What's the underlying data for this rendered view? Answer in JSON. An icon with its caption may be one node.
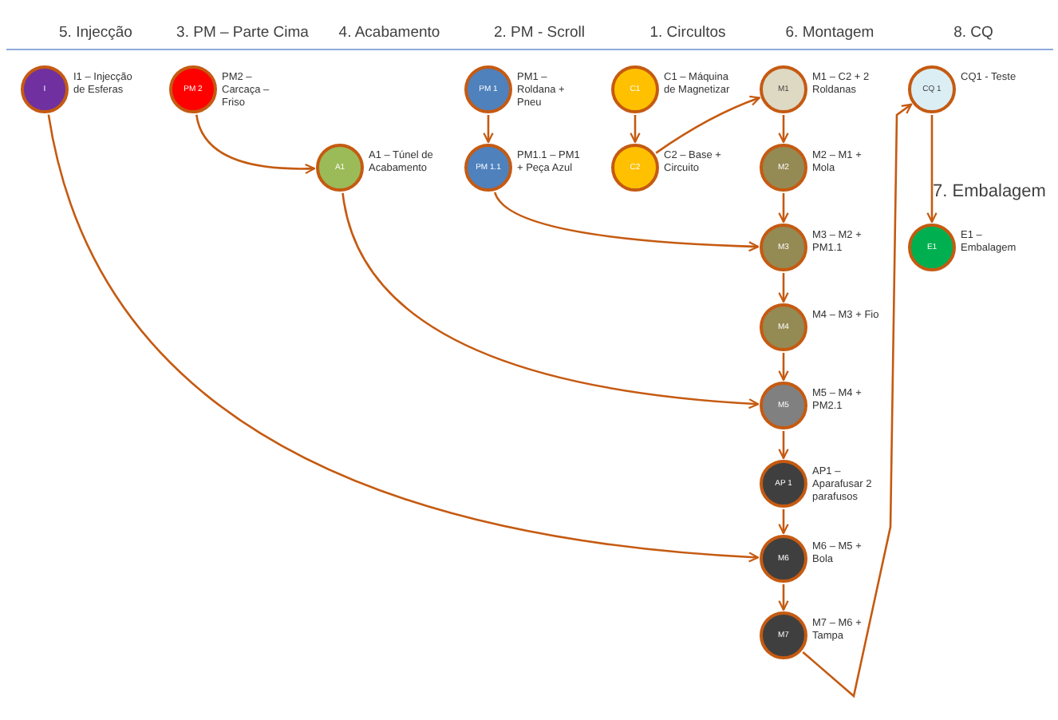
{
  "diagram": {
    "nodes": [
      {
        "text": [
          "I"
        ],
        "beside": [
          "I1 – Injecção de Esferas"
        ]
      },
      {
        "text": [
          "PM 2"
        ],
        "beside": [
          "PM2 – Carcaça – Friso"
        ]
      },
      {
        "text": [
          "A1"
        ],
        "beside": [
          "A1 – Túnel de Acabamento"
        ]
      },
      {
        "text": [
          "PM 1"
        ],
        "beside": [
          "PM1 – Roldana + Pneu"
        ]
      },
      {
        "text": [
          "PM 1.1"
        ],
        "beside": [
          "PM1.1 – PM1 + Peça Azul"
        ]
      },
      {
        "text": [
          "C1"
        ],
        "beside": [
          "C1 – Máquina de Magnetizar"
        ]
      },
      {
        "text": [
          "C2"
        ],
        "beside": [
          "C2 – Base + Circuito"
        ]
      },
      {
        "text": [
          "M1"
        ],
        "beside": [
          "M1 – C2 + 2 Roldanas"
        ]
      },
      {
        "text": [
          "M2"
        ],
        "beside": [
          "M2 – M1 + Mola"
        ]
      },
      {
        "text": [
          "M3"
        ],
        "beside": [
          "M3 – M2 + PM1.1"
        ]
      },
      {
        "text": [
          "M4"
        ],
        "beside": [
          "M4 – M3 + Fio"
        ]
      },
      {
        "text": [
          "M5"
        ],
        "beside": [
          "M5 – M4 + PM2.1"
        ]
      },
      {
        "text": [
          "AP 1"
        ],
        "beside": [
          "AP1 – Aparafusar 2 parafusos"
        ]
      },
      {
        "text": [
          "M6"
        ],
        "beside": [
          "M6 – M5 + Bola"
        ]
      },
      {
        "text": [
          "M7"
        ],
        "beside": [
          "M7 – M6 + Tampa"
        ]
      },
      {
        "text": [
          "CQ 1"
        ],
        "beside": [
          "CQ1 - Teste"
        ]
      },
      {
        "text": [
          "E1"
        ],
        "beside": [
          "E1 – Embalagem"
        ]
      }
    ],
    "edges": [
      {
        "from": 1,
        "to": 2,
        "arrow": "to"
      },
      {
        "from": 3,
        "to": 4,
        "arrow": "to"
      },
      {
        "from": 5,
        "to": 6,
        "arrow": "to"
      },
      {
        "from": 6,
        "to": 7,
        "arrow": "to"
      },
      {
        "from": 7,
        "to": 8,
        "arrow": "to"
      },
      {
        "from": 8,
        "to": 9,
        "arrow": "to"
      },
      {
        "from": 4,
        "to": 9,
        "arrow": "to"
      },
      {
        "from": 9,
        "to": 10,
        "arrow": "to"
      },
      {
        "from": 10,
        "to": 11,
        "arrow": "to"
      },
      {
        "from": 2,
        "to": 11,
        "arrow": "to"
      },
      {
        "from": 11,
        "to": 12,
        "arrow": "to"
      },
      {
        "from": 12,
        "to": 13,
        "arrow": "to"
      },
      {
        "from": 0,
        "to": 13,
        "arrow": "to"
      },
      {
        "from": 13,
        "to": 14,
        "arrow": "to"
      },
      {
        "from": 14,
        "to": 15,
        "arrow": "to"
      },
      {
        "from": 15,
        "to": 16,
        "arrow": "to"
      }
    ],
    "labels": [
      "5. Injecção",
      "3. PM – Parte Cima",
      "4. Acabamento",
      "2. PM - Scroll",
      "1. Circultos",
      "6. Montagem",
      "8. CQ",
      "7. Embalagem"
    ]
  }
}
